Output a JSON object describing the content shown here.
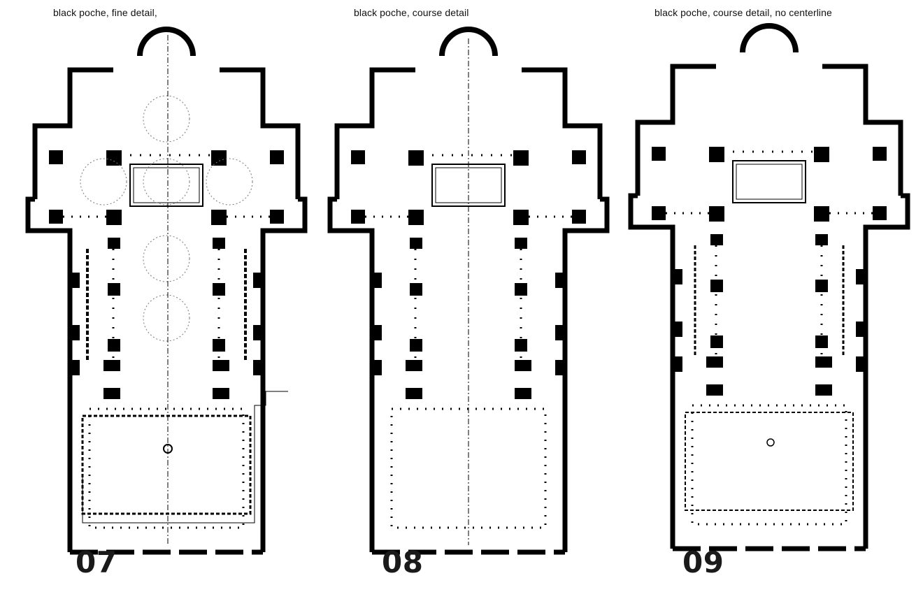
{
  "panels": [
    {
      "caption": "black poche, fine detail,",
      "number": "07"
    },
    {
      "caption": "black poche, course detail",
      "number": "08"
    },
    {
      "caption": "black poche, course detail, no centerline",
      "number": "09"
    }
  ]
}
